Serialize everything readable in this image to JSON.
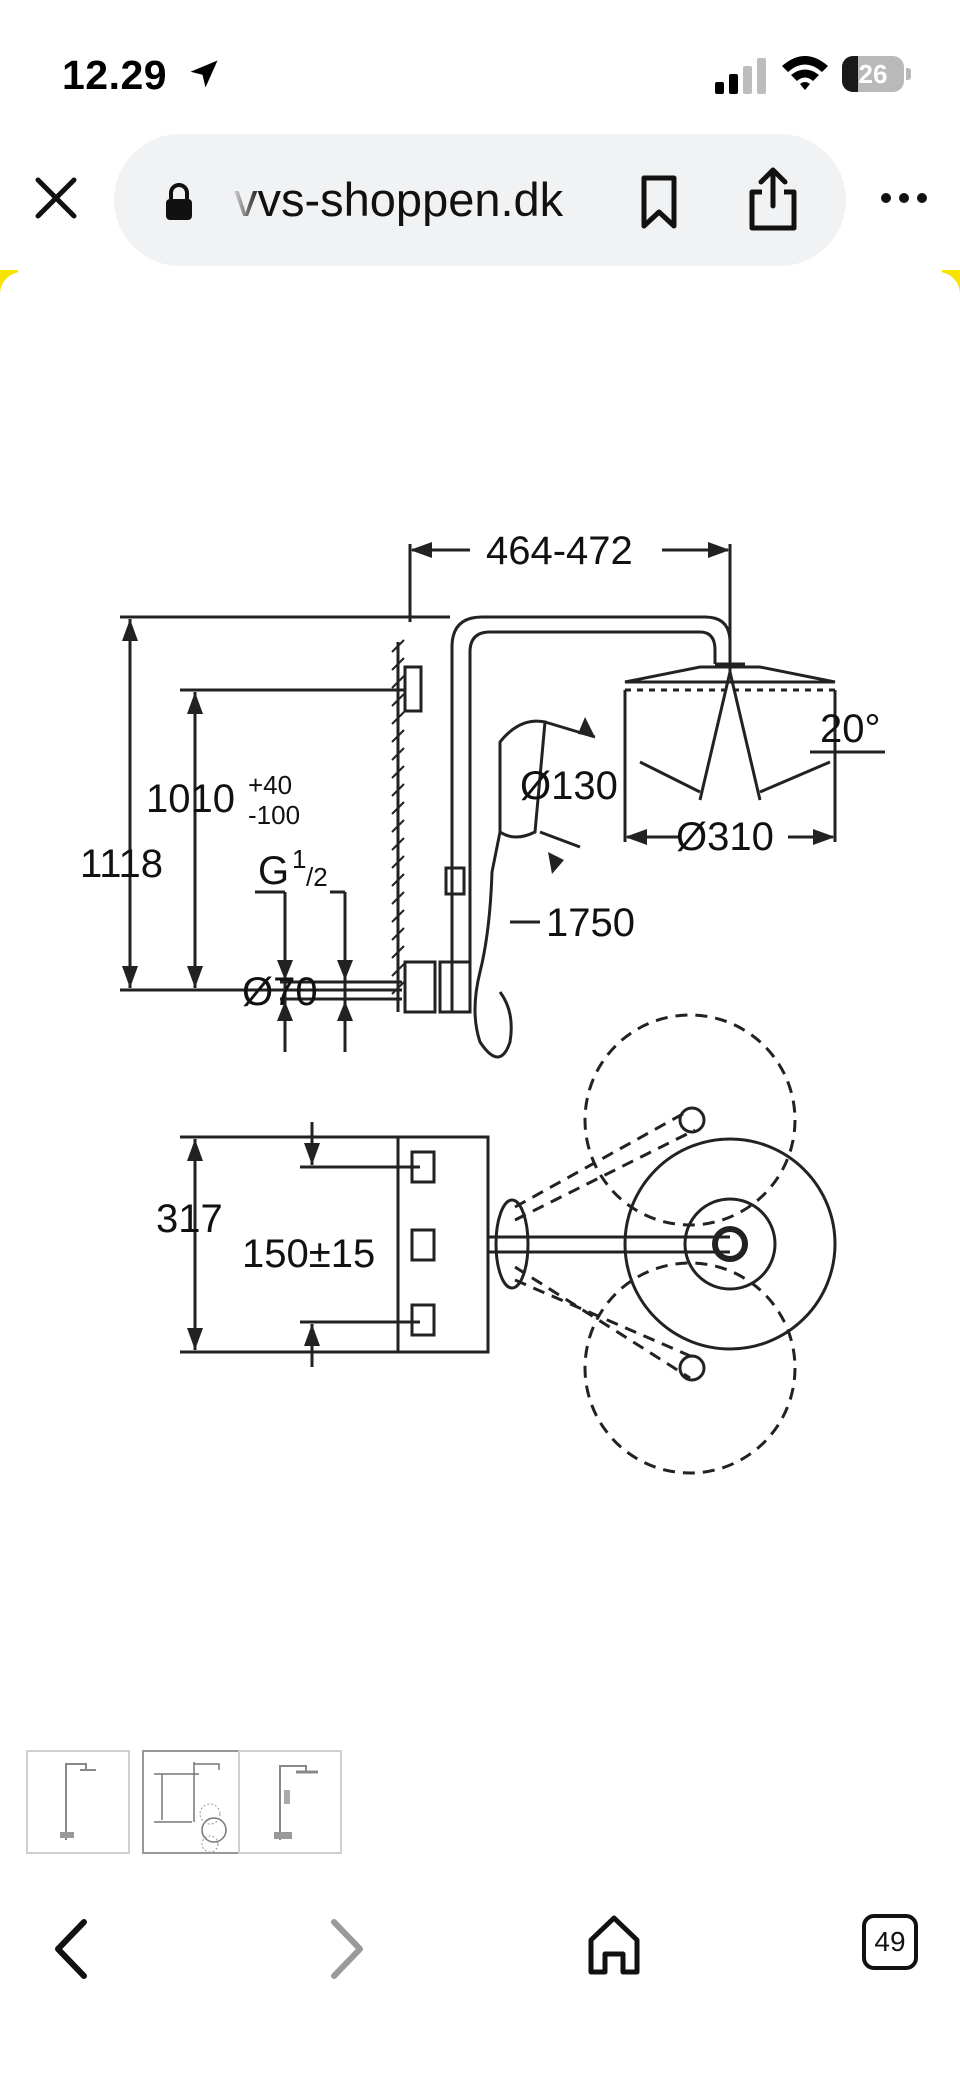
{
  "status_bar": {
    "time": "12.29",
    "battery_level": "26",
    "battery_percent": 26,
    "icons": [
      "location-arrow-icon",
      "cellular-signal-icon",
      "wifi-icon",
      "battery-icon"
    ]
  },
  "browser": {
    "url": "vvs-shoppen.dk",
    "icons": [
      "close-icon",
      "lock-icon",
      "bookmark-icon",
      "share-icon",
      "more-icon"
    ]
  },
  "diagram": {
    "labels": {
      "width_span": "464-472",
      "total_height": "1118",
      "mount_height": "1010",
      "mount_tol_plus": "+40",
      "mount_tol_minus": "-100",
      "thread_g": "G",
      "thread_num": "1",
      "thread_den": "/2",
      "flange": "Ø70",
      "hand_shower": "Ø130",
      "angle": "20°",
      "head_shower": "Ø310",
      "hose": "1750",
      "depth": "317",
      "spacing": "150±15"
    }
  },
  "gallery": {
    "thumbnail_count": 3,
    "selected_index": 1
  },
  "toolbar": {
    "tab_count": "49",
    "icons": [
      "back-arrow-icon",
      "forward-arrow-icon",
      "home-icon",
      "tabs-icon"
    ],
    "accent_yellow": "#f6e400"
  }
}
